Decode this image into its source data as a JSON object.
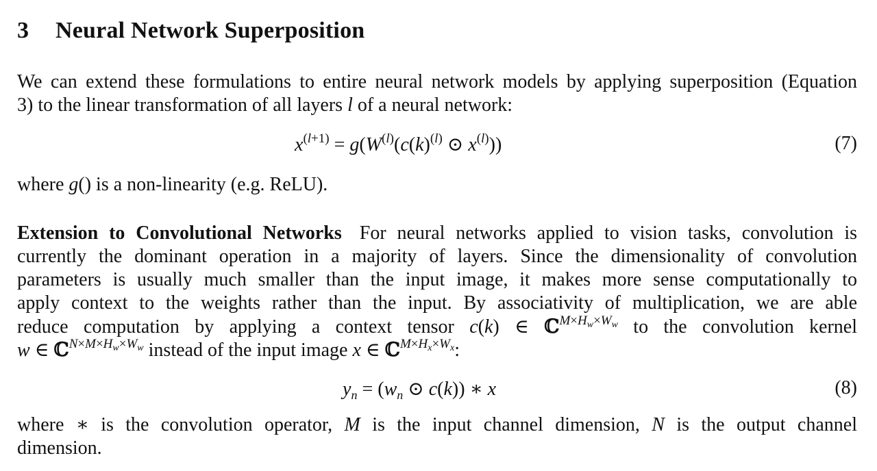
{
  "section": {
    "number": "3",
    "title": "Neural Network Superposition"
  },
  "intro": {
    "line1": "We can extend these formulations to entire neural network models by applying superposition (Equation",
    "line2_a": "3) to the linear transformation of all layers ",
    "line2_var": "l",
    "line2_b": " of a neural network:"
  },
  "equation7": {
    "number": "(7)"
  },
  "after7": {
    "pre": "where ",
    "fn": "g",
    "post": "() is a non-linearity (e.g. ReLU)."
  },
  "conv": {
    "heading": "Extension to Convolutional Networks",
    "line1": "For neural networks applied to vision tasks, convolution is",
    "line2": "currently the dominant operation in a majority of layers.  Since the dimensionality of convolution",
    "line3": "parameters is usually much smaller than the input image, it makes more sense computationally to",
    "line4": "apply context to the weights rather than the input.  By associativity of multiplication, we are able",
    "line5_a": "reduce computation by applying a context tensor ",
    "line5_b": " to the convolution kernel",
    "line6_b": " instead of the input image "
  },
  "equation8": {
    "number": "(8)"
  },
  "after8": {
    "line1_a": "where ",
    "line1_b": " is the convolution operator, ",
    "line1_M": "M",
    "line1_c": " is the input channel dimension, ",
    "line1_N": "N",
    "line1_d": " is the output channel",
    "line2": "dimension."
  }
}
